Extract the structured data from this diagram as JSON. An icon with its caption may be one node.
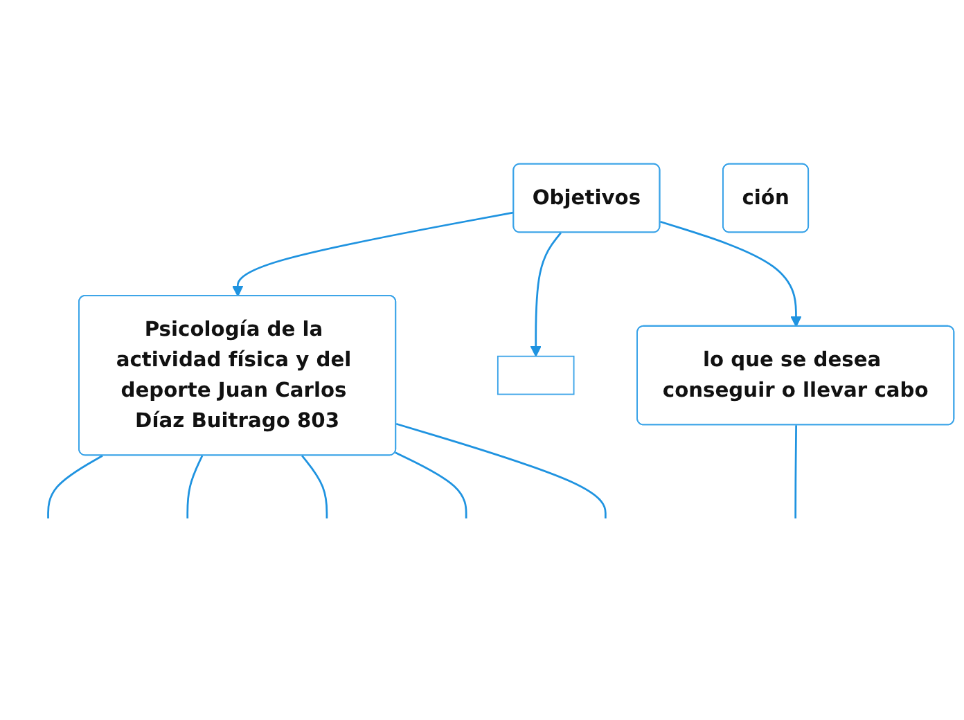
{
  "diagram": {
    "nodes": [
      {
        "text": [
          "Psicología de la actividad física y del deporte Juan Carlos Díaz Buitrago 803"
        ]
      },
      {
        "text": [
          "Objetivos"
        ]
      },
      {
        "text": [
          "ción"
        ]
      },
      {
        "text": [],
        "shape": "box"
      },
      {
        "text": [
          "lo que se desea conseguir o llevar cabo"
        ]
      }
    ],
    "edges": [
      {
        "from": 1,
        "to": 0,
        "arrow": "to"
      },
      {
        "from": 1,
        "to": 3,
        "arrow": "to"
      },
      {
        "from": 1,
        "to": 4,
        "arrow": "to"
      },
      {
        "from": 0,
        "to": null,
        "arrow": "none"
      },
      {
        "from": 0,
        "to": null,
        "arrow": "none"
      },
      {
        "from": 0,
        "to": null,
        "arrow": "none"
      },
      {
        "from": 0,
        "to": null,
        "arrow": "none"
      },
      {
        "from": 0,
        "to": null,
        "arrow": "none"
      },
      {
        "from": 4,
        "to": null,
        "arrow": "none"
      }
    ]
  }
}
